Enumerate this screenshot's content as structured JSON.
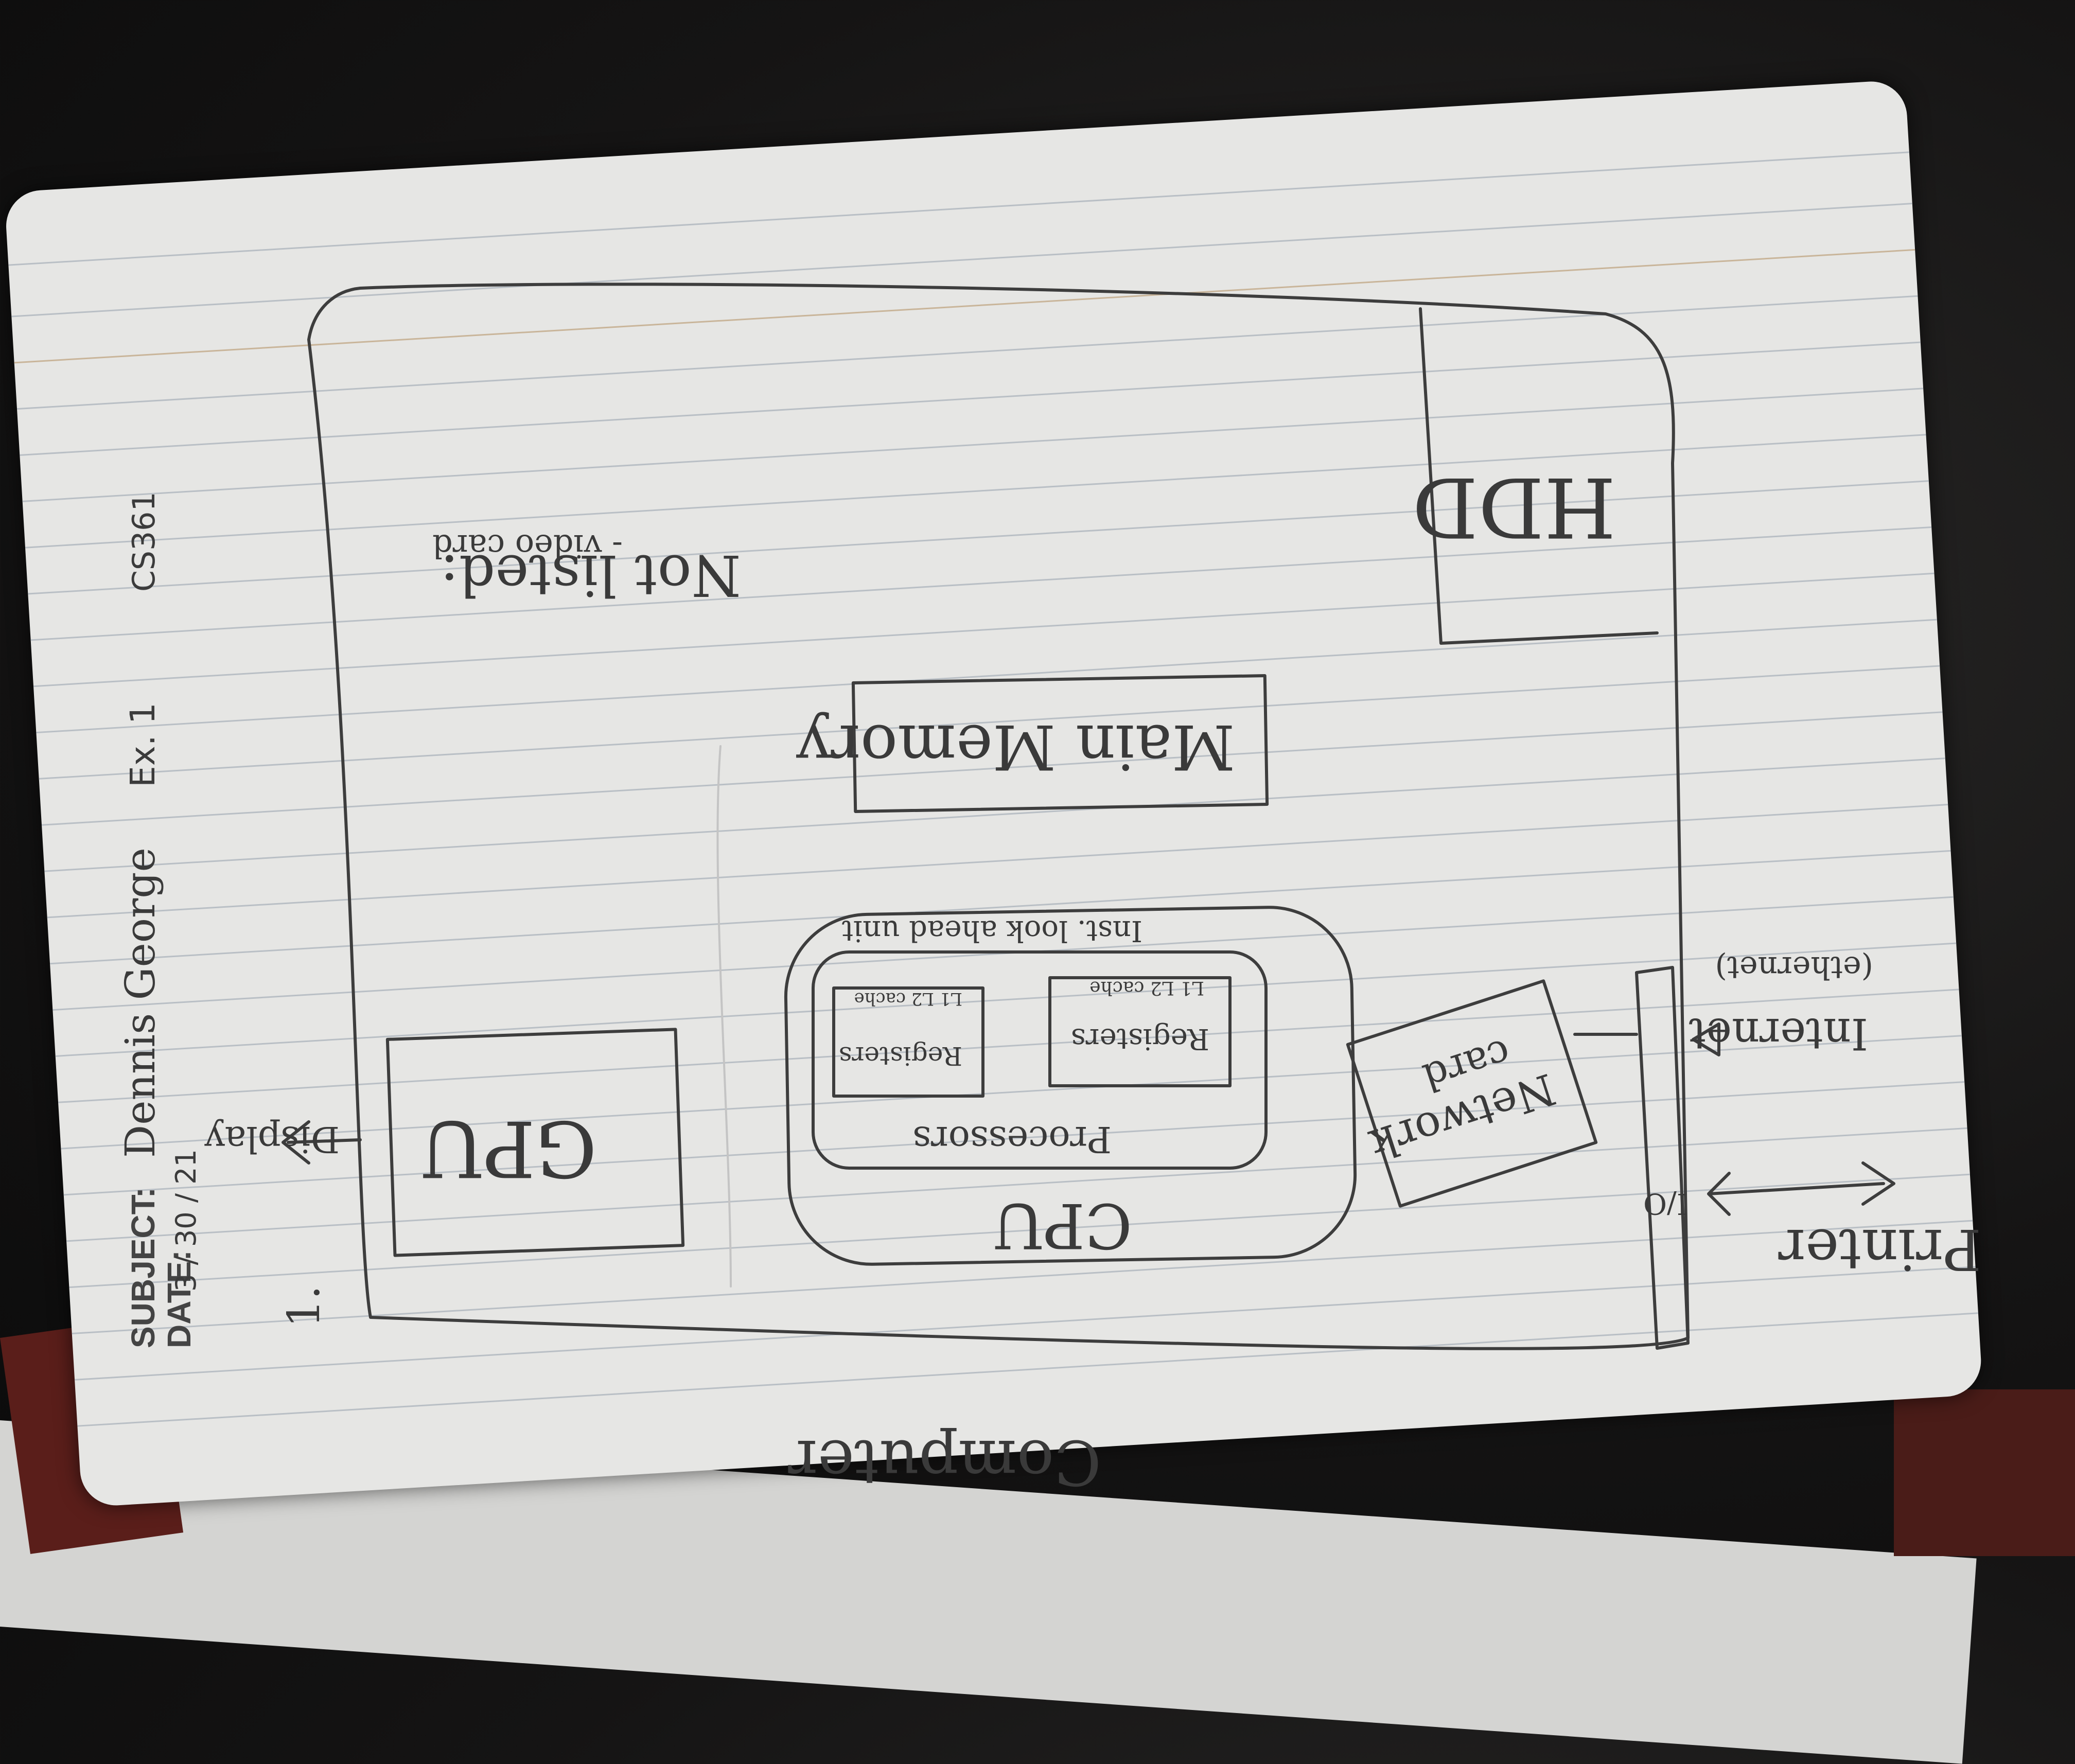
{
  "header": {
    "subject_label": "SUBJECT:",
    "subject_value": "Dennis George",
    "exercise": "Ex. 1",
    "course": "CS361",
    "date_label": "DATE:",
    "date_value": "3 / 30 / 21"
  },
  "diagram": {
    "item_number": "1.",
    "outer_box_label": "Computer",
    "gpu_label": "GPU",
    "display_label": "Display",
    "cpu_label": "CPU",
    "processors_label": "Processors",
    "registers_label_1": "Registers",
    "registers_label_2": "Registers",
    "cache_label_1": "L1 L2 cache",
    "cache_label_2": "L1 L2 cache",
    "lookahead_label": "Inst. look ahead unit",
    "main_memory_label": "Main Memory",
    "network_card_label_1": "Network",
    "network_card_label_2": "card",
    "io_label": "I/O",
    "internet_label": "Internet",
    "ethernet_label": "(ethernet)",
    "printer_label": "Printer",
    "hdd_label": "HDD",
    "not_listed_label": "Not listed:",
    "video_card_label": "- video card"
  },
  "colors": {
    "paper": "#e6e6e4",
    "ink": "#3a3a3a",
    "rule": "#b9bfc5",
    "cover": "#5a1e1a"
  }
}
